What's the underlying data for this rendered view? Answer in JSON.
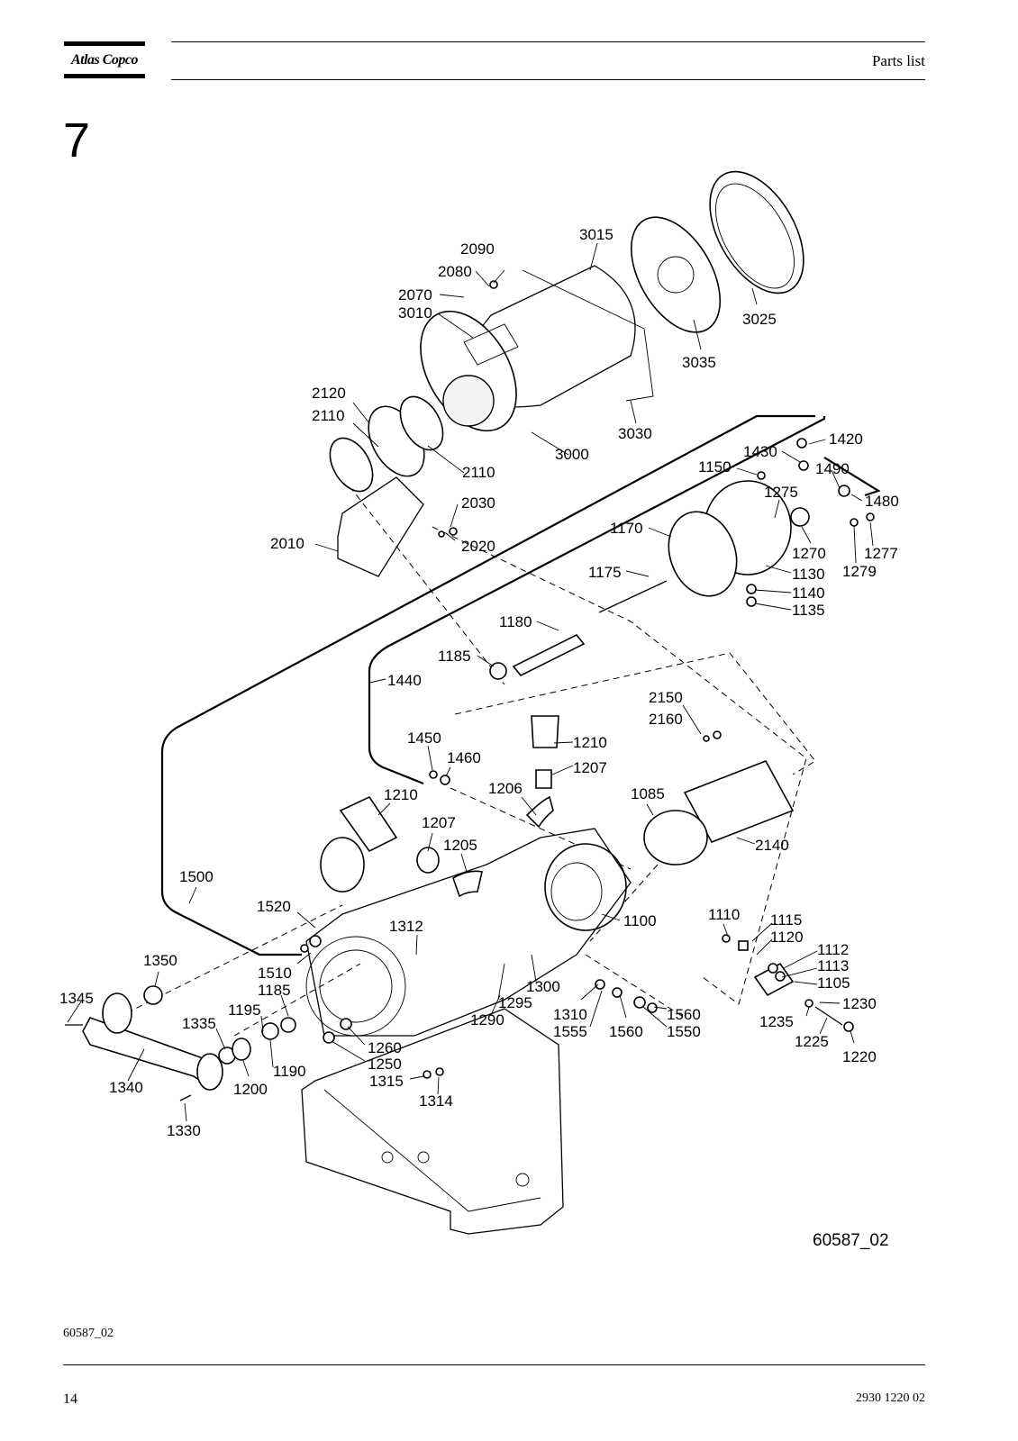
{
  "header": {
    "logo_text": "Atlas Copco",
    "title": "Parts list"
  },
  "section_number": "7",
  "diagram": {
    "drawing_id": "60587_02",
    "callouts": [
      "3015",
      "2090",
      "2080",
      "2070",
      "3010",
      "3025",
      "3035",
      "2120",
      "2110",
      "3030",
      "3000",
      "2110",
      "1420",
      "1430",
      "1490",
      "1150",
      "2030",
      "1480",
      "1275",
      "2010",
      "2020",
      "1170",
      "1270",
      "1277",
      "1175",
      "1130",
      "1279",
      "1140",
      "1135",
      "1180",
      "1185",
      "1440",
      "2150",
      "2160",
      "1450",
      "1210",
      "1460",
      "1207",
      "1210",
      "1206",
      "1085",
      "1207",
      "1205",
      "2140",
      "1500",
      "1520",
      "1312",
      "1100",
      "1110",
      "1115",
      "1120",
      "1112",
      "1350",
      "1510",
      "1113",
      "1185",
      "1300",
      "1105",
      "1345",
      "1295",
      "1230",
      "1195",
      "1310",
      "1560",
      "1335",
      "1290",
      "1555",
      "1560",
      "1550",
      "1235",
      "1260",
      "1225",
      "1250",
      "1190",
      "1220",
      "1315",
      "1340",
      "1200",
      "1314",
      "1330"
    ]
  },
  "footer": {
    "drawing_ref": "60587_02",
    "page_number": "14",
    "document_number": "2930 1220 02"
  }
}
